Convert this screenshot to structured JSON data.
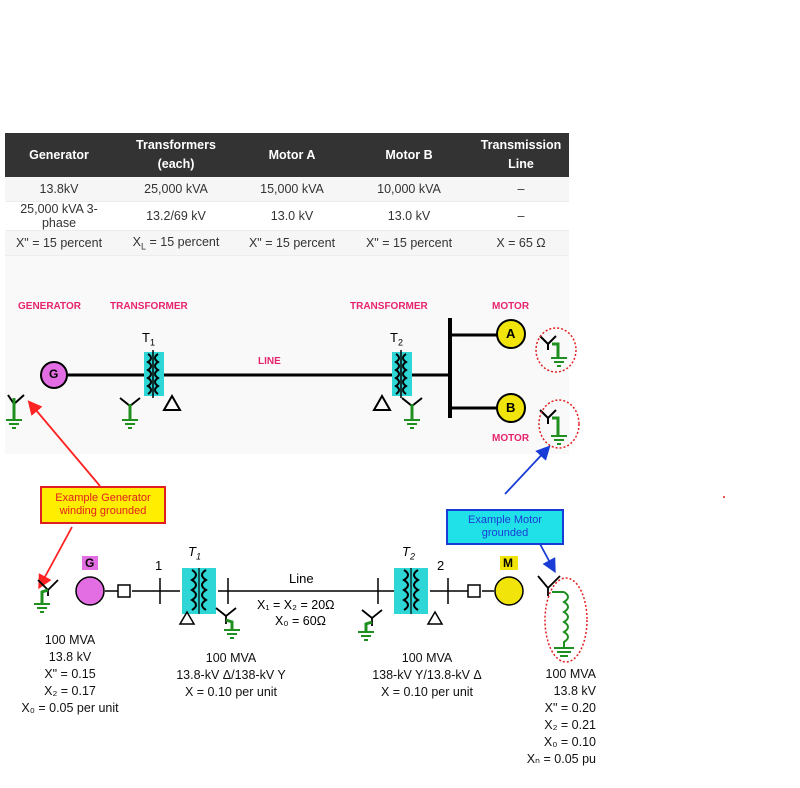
{
  "table": {
    "headers": [
      "Generator",
      "Transformers (each)",
      "Motor A",
      "Motor B",
      "Transmission Line"
    ],
    "rows": [
      [
        "13.8kV",
        "25,000 kVA",
        "15,000 kVA",
        "10,000 kVA",
        "–"
      ],
      [
        "25,000 kVA 3-phase",
        "13.2/69 kV",
        "13.0 kV",
        "13.0 kV",
        "–"
      ],
      [
        "X\" = 15 percent",
        "X_L = 15 percent",
        "X\" = 15 percent",
        "X\" = 15 percent",
        "X = 65 Ω"
      ]
    ]
  },
  "diagram1": {
    "generator_label": "GENERATOR",
    "transformer_left_label": "TRANSFORMER",
    "transformer_right_label": "TRANSFORMER",
    "motor_top_label": "MOTOR",
    "motor_bottom_label": "MOTOR",
    "line_label": "LINE",
    "t1": "T",
    "t1_sub": "1",
    "t2": "T",
    "t2_sub": "2",
    "gen_symbol": "G",
    "motor_a_symbol": "A",
    "motor_b_symbol": "B"
  },
  "callouts": {
    "generator": "Example Generator winding grounded",
    "motor": "Example Motor grounded"
  },
  "diagram2": {
    "gen_symbol": "G",
    "motor_symbol": "M",
    "bus1": "1",
    "bus2": "2",
    "t1": "T",
    "t1_sub": "1",
    "t2": "T",
    "t2_sub": "2",
    "line_title": "Line",
    "line_x1": "X₁ = X₂ = 20Ω",
    "line_x0": "X₀ = 60Ω",
    "gen_rating": [
      "100 MVA",
      "13.8 kV",
      "X\" = 0.15",
      "X₂ = 0.17",
      "X₀ = 0.05 per unit"
    ],
    "t1_rating": [
      "100 MVA",
      "13.8-kV Δ/138-kV Y",
      "X = 0.10 per unit"
    ],
    "t2_rating": [
      "100 MVA",
      "138-kV Y/13.8-kV Δ",
      "X = 0.10 per unit"
    ],
    "motor_rating": [
      "100 MVA",
      "13.8 kV",
      "X\" = 0.20",
      "X₂ = 0.21",
      "X₀ = 0.10",
      "Xₙ = 0.05 pu"
    ]
  },
  "colors": {
    "pink_label": "#e6246e",
    "winding_cyan": "#2ed6d6",
    "ground_green": "#1f8f1f",
    "gen_fill": "#e36ee3",
    "motor_fill": "#f0e40a",
    "callout_red": "#ff2222",
    "callout_blue": "#1a3cd6"
  }
}
